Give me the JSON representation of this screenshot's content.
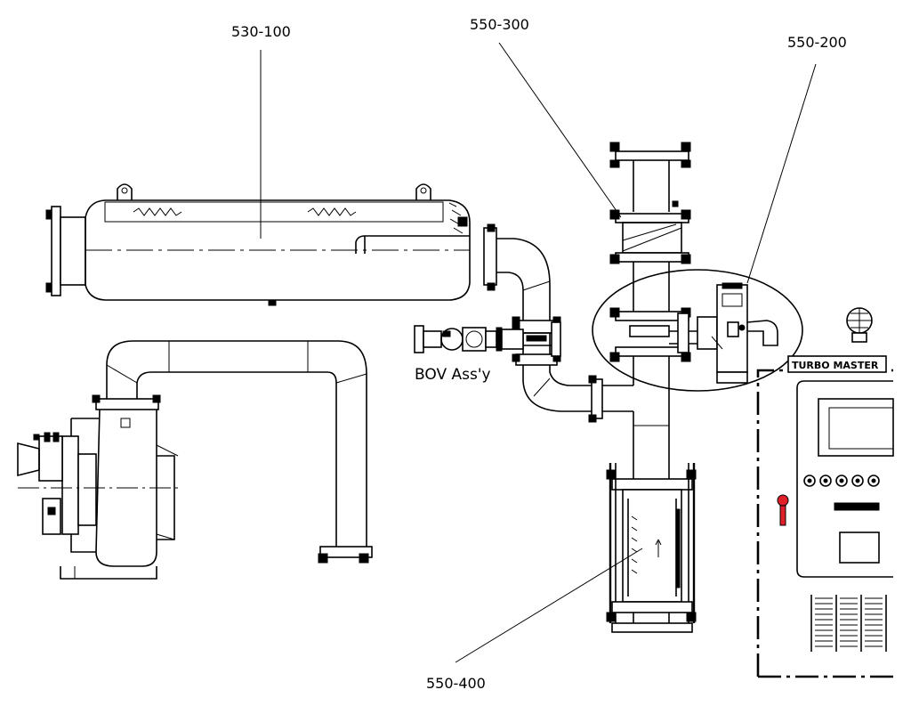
{
  "callouts": {
    "muffler": "530-100",
    "check_valve": "550-300",
    "actuator_valve": "550-200",
    "expansion_joint": "550-400",
    "bov_assembly": "BOV Ass'y"
  },
  "panel": {
    "nameplate": "TURBO MASTER"
  },
  "colors": {
    "line": "#000000",
    "key_red": "#e0202a"
  }
}
